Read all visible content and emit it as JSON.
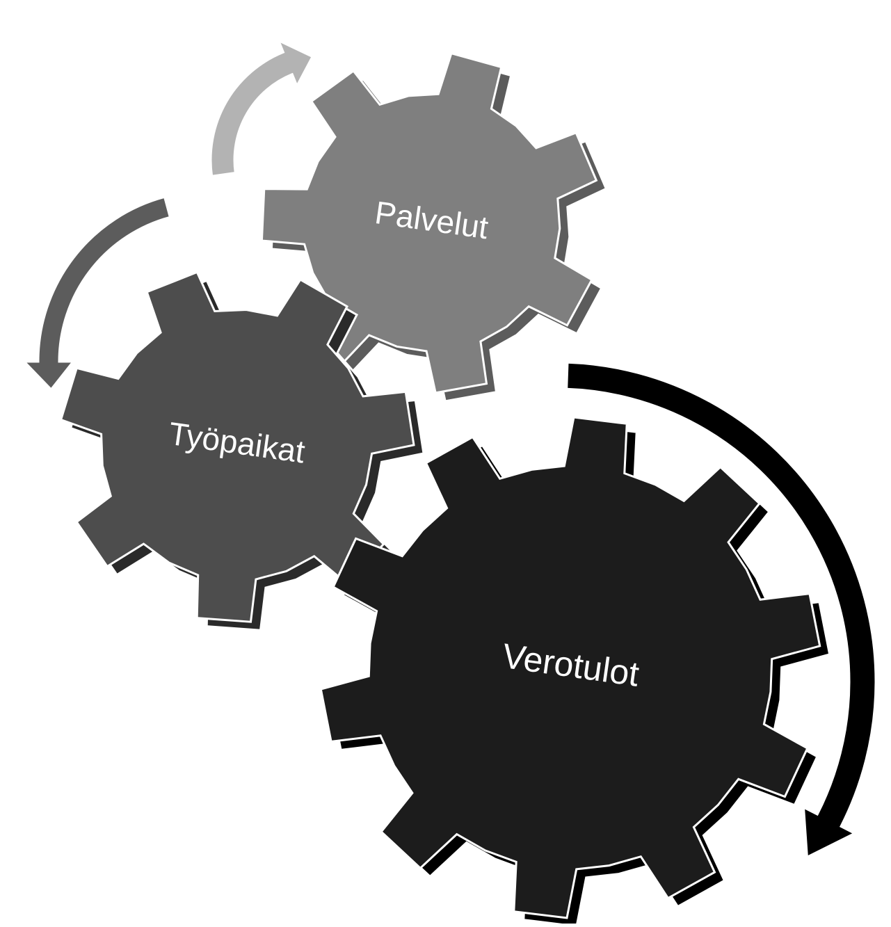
{
  "diagram": {
    "type": "gear-cycle",
    "gears": [
      {
        "id": "palvelut",
        "label": "Palvelut",
        "color": "#7f7f7f"
      },
      {
        "id": "tyopaikat",
        "label": "Työpaikat",
        "color": "#4d4d4d"
      },
      {
        "id": "verotulot",
        "label": "Verotulot",
        "color": "#1c1c1c"
      }
    ],
    "arrows": [
      {
        "id": "arrow-to-palvelut",
        "color": "#b3b3b3"
      },
      {
        "id": "arrow-to-tyopaikat",
        "color": "#5c5c5c"
      },
      {
        "id": "arrow-to-verotulot",
        "color": "#000000"
      }
    ]
  }
}
